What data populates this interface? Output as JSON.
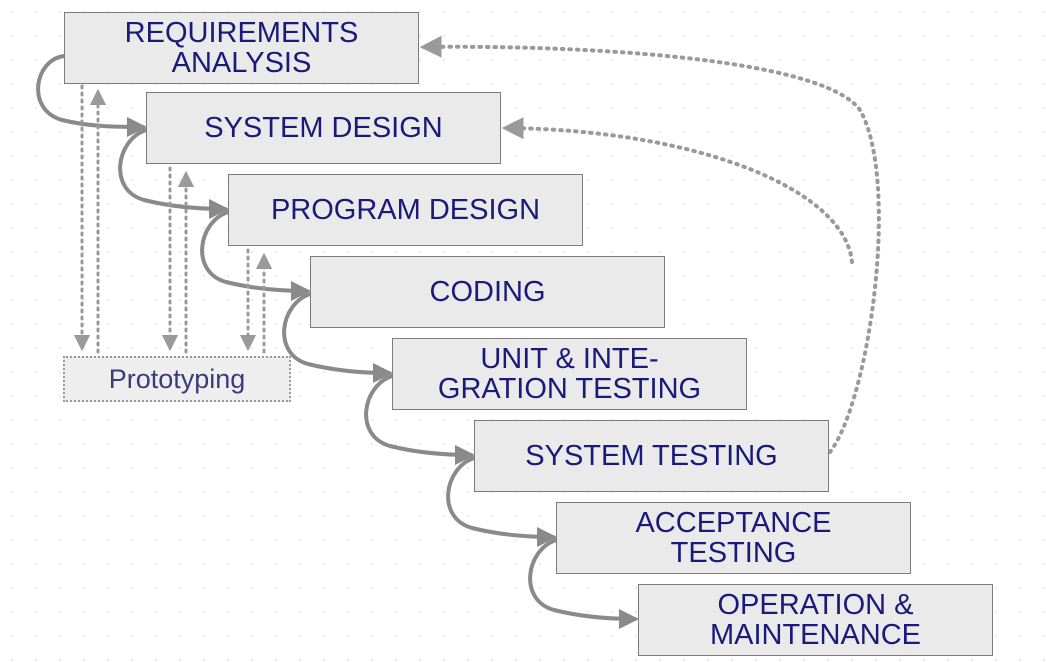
{
  "diagram": {
    "stages": [
      {
        "label": "REQUIREMENTS\nANALYSIS"
      },
      {
        "label": "SYSTEM DESIGN"
      },
      {
        "label": "PROGRAM DESIGN"
      },
      {
        "label": "CODING"
      },
      {
        "label": "UNIT & INTE-\nGRATION TESTING"
      },
      {
        "label": "SYSTEM TESTING"
      },
      {
        "label": "ACCEPTANCE\nTESTING"
      },
      {
        "label": "OPERATION &\nMAINTENANCE"
      }
    ],
    "prototyping_label": "Prototyping",
    "colors": {
      "box_fill": "#eaeaea",
      "box_border": "#7c7c7c",
      "text": "#1a1a7a",
      "arrow": "#8a8a8a",
      "dotted_arrow": "#9a9a9a"
    }
  }
}
